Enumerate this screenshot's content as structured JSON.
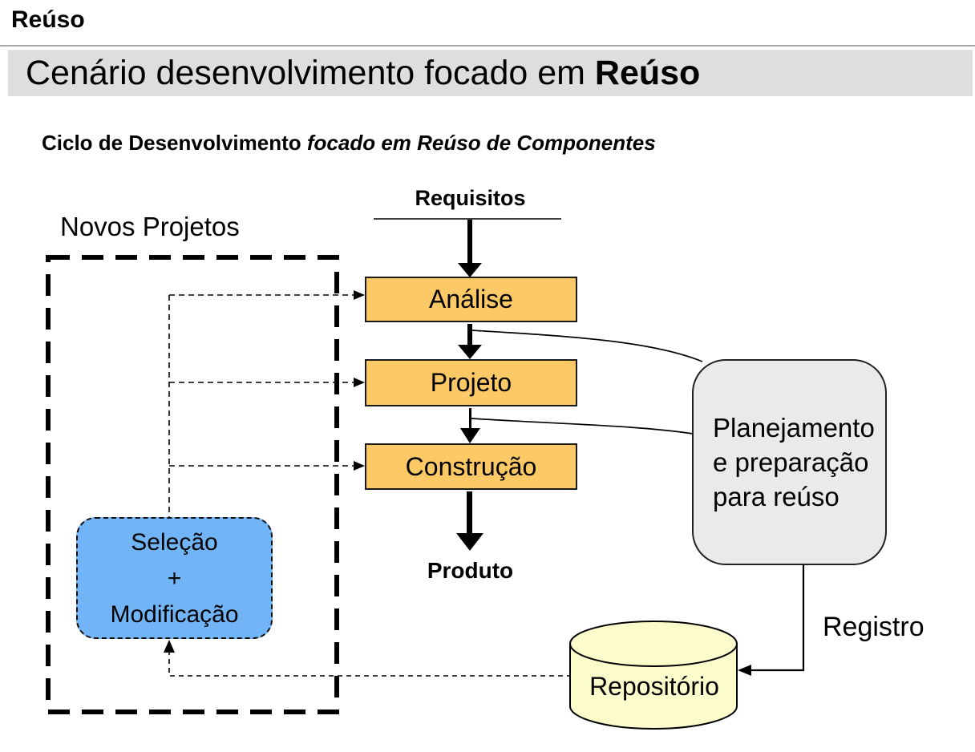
{
  "page_title": "Reúso",
  "banner": {
    "text": "Cenário desenvolvimento focado em ",
    "highlight": "Reúso"
  },
  "subtitle": {
    "lead": "Ciclo de Desenvolvimento ",
    "emphasis": "focado em Reúso de Componentes"
  },
  "diagram": {
    "new_projects_label": "Novos Projetos",
    "input_label": "Requisitos",
    "output_label": "Produto",
    "steps": [
      "Análise",
      "Projeto",
      "Construção"
    ],
    "selection_box": [
      "Seleção",
      "+",
      "Modificação"
    ],
    "planning_box": [
      "Planejamento",
      "e preparação",
      "para reúso"
    ],
    "repository_label": "Repositório",
    "register_label": "Registro"
  },
  "colors": {
    "step_fill": "#fcc966",
    "selection_fill": "#72b5f7",
    "planning_fill": "#eaeaea",
    "banner_bg": "#dedede",
    "repository_fill": "#fbfbcb",
    "rule_gray": "#a6a6a6"
  }
}
